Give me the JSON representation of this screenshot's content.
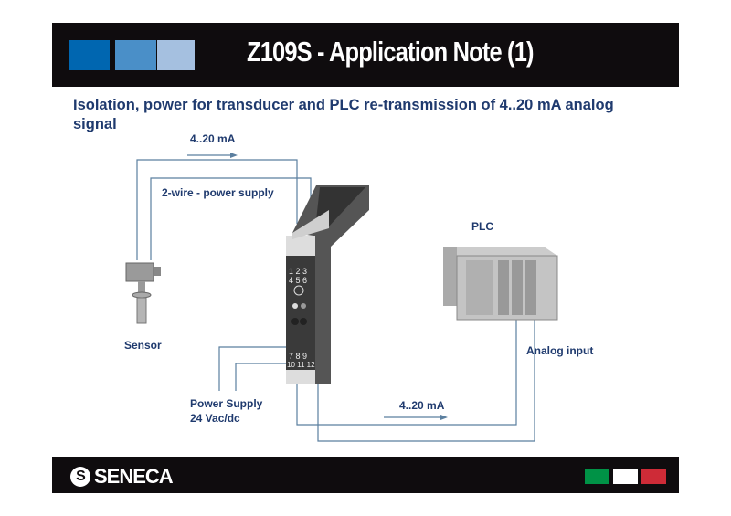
{
  "header": {
    "title": "Z109S - Application Note (1)",
    "squares": [
      "#0066b0",
      "#4a8fc8",
      "#a5c0e0"
    ]
  },
  "subtitle": "Isolation, power for transducer and PLC re-transmission of 4..20 mA analog signal",
  "labels": {
    "top_current": "4..20 mA",
    "two_wire": "2-wire - power supply",
    "plc": "PLC",
    "sensor": "Sensor",
    "analog_input": "Analog input",
    "power_supply": "Power Supply",
    "power_voltage": "24 Vac/dc",
    "bottom_current": "4..20 mA"
  },
  "device": {
    "terminals_top": "1 2 3",
    "terminals_top2": "4 5 6",
    "terminals_bottom": "7 8 9",
    "terminals_bottom2": "10 11 12"
  },
  "footer": {
    "logo": "SENECA",
    "flag_colors": [
      "#009246",
      "#ffffff",
      "#ce2b37"
    ]
  },
  "colors": {
    "wire": "#5b7f9f",
    "text": "#1f3a6e"
  }
}
